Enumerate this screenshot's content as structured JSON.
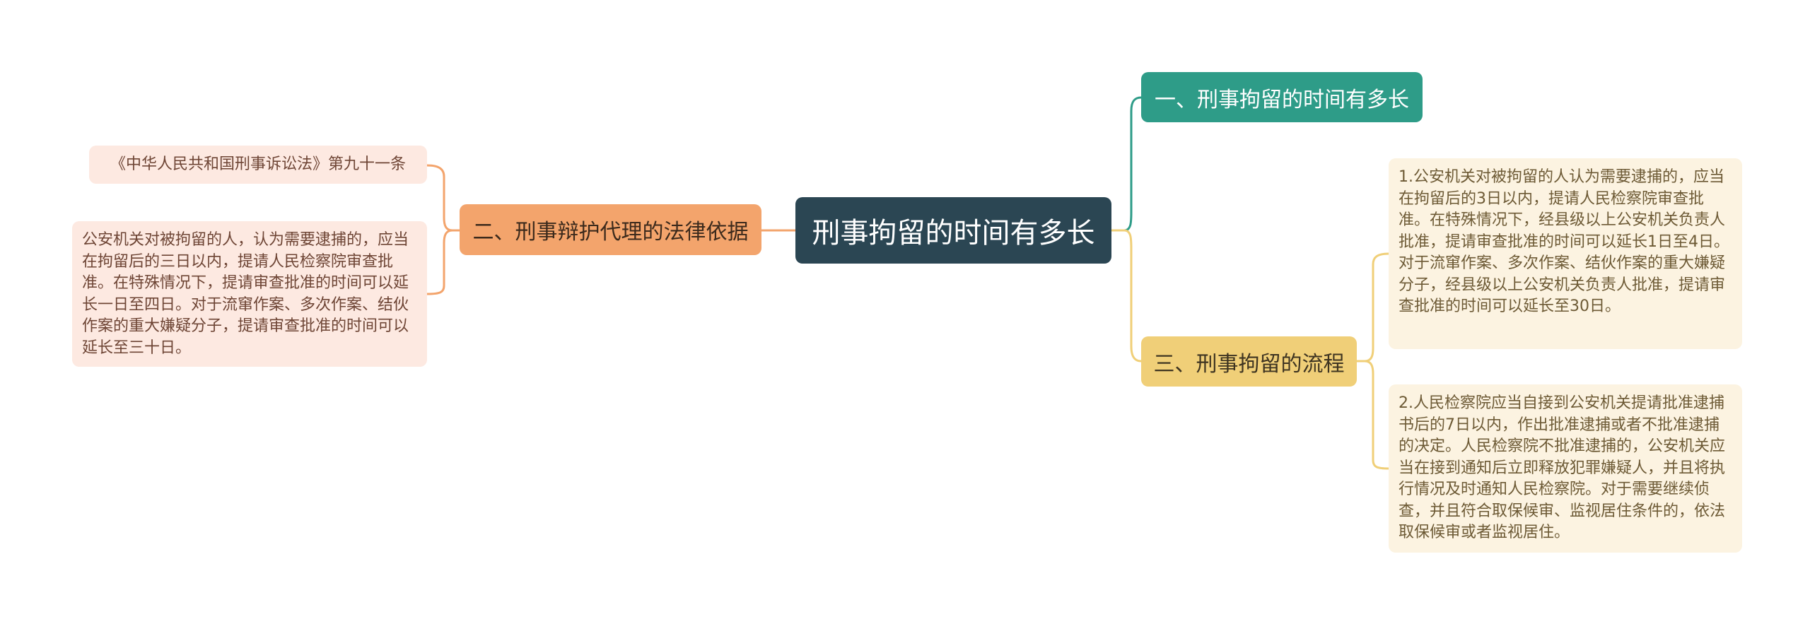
{
  "mindmap": {
    "root": {
      "label": "刑事拘留的时间有多长"
    },
    "branches": [
      {
        "label": "一、刑事拘留的时间有多长",
        "color": "#2e9c88",
        "children": []
      },
      {
        "label": "二、刑事辩护代理的法律依据",
        "color": "#f3a46c",
        "children": [
          {
            "text": "《中华人民共和国刑事诉讼法》第九十一条"
          },
          {
            "text": "公安机关对被拘留的人，认为需要逮捕的，应当在拘留后的三日以内，提请人民检察院审查批准。在特殊情况下，提请审查批准的时间可以延长一日至四日。对于流窜作案、多次作案、结伙作案的重大嫌疑分子，提请审查批准的时间可以延长至三十日。"
          }
        ]
      },
      {
        "label": "三、刑事拘留的流程",
        "color": "#f0cf78",
        "children": [
          {
            "text": "1.公安机关对被拘留的人认为需要逮捕的，应当在拘留后的3日以内，提请人民检察院审查批准。在特殊情况下，经县级以上公安机关负责人批准，提请审查批准的时间可以延长1日至4日。对于流窜作案、多次作案、结伙作案的重大嫌疑分子，经县级以上公安机关负责人批准，提请审查批准的时间可以延长至30日。"
          },
          {
            "text": "2.人民检察院应当自接到公安机关提请批准逮捕书后的7日以内，作出批准逮捕或者不批准逮捕的决定。人民检察院不批准逮捕的，公安机关应当在接到通知后立即释放犯罪嫌疑人，并且将执行情况及时通知人民检察院。对于需要继续侦查，并且符合取保候审、监视居住条件的，依法取保候审或者监视居住。"
          }
        ]
      }
    ]
  }
}
